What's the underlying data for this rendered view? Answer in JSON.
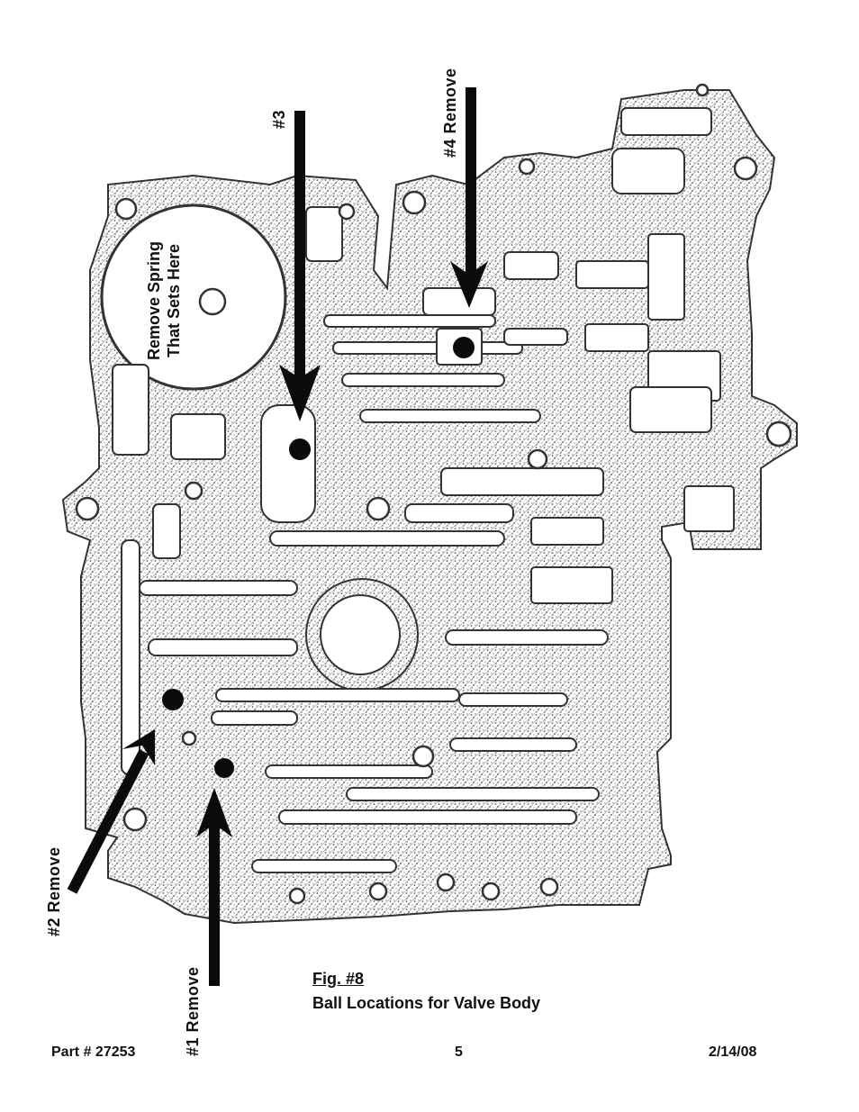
{
  "labels": {
    "remove_1": "#1 Remove",
    "remove_2": "#2 Remove",
    "ball_3": "#3",
    "remove_4": "#4 Remove",
    "spring_line1": "Remove Spring",
    "spring_line2": "That Sets Here"
  },
  "caption": {
    "figure": "Fig. #8",
    "title": "Ball Locations for Valve Body"
  },
  "footer": {
    "part": "Part # 27253",
    "page": "5",
    "date": "2/14/08"
  },
  "colors": {
    "ink": "#111111",
    "texture": "#6b6b6b",
    "paper": "#ffffff"
  }
}
